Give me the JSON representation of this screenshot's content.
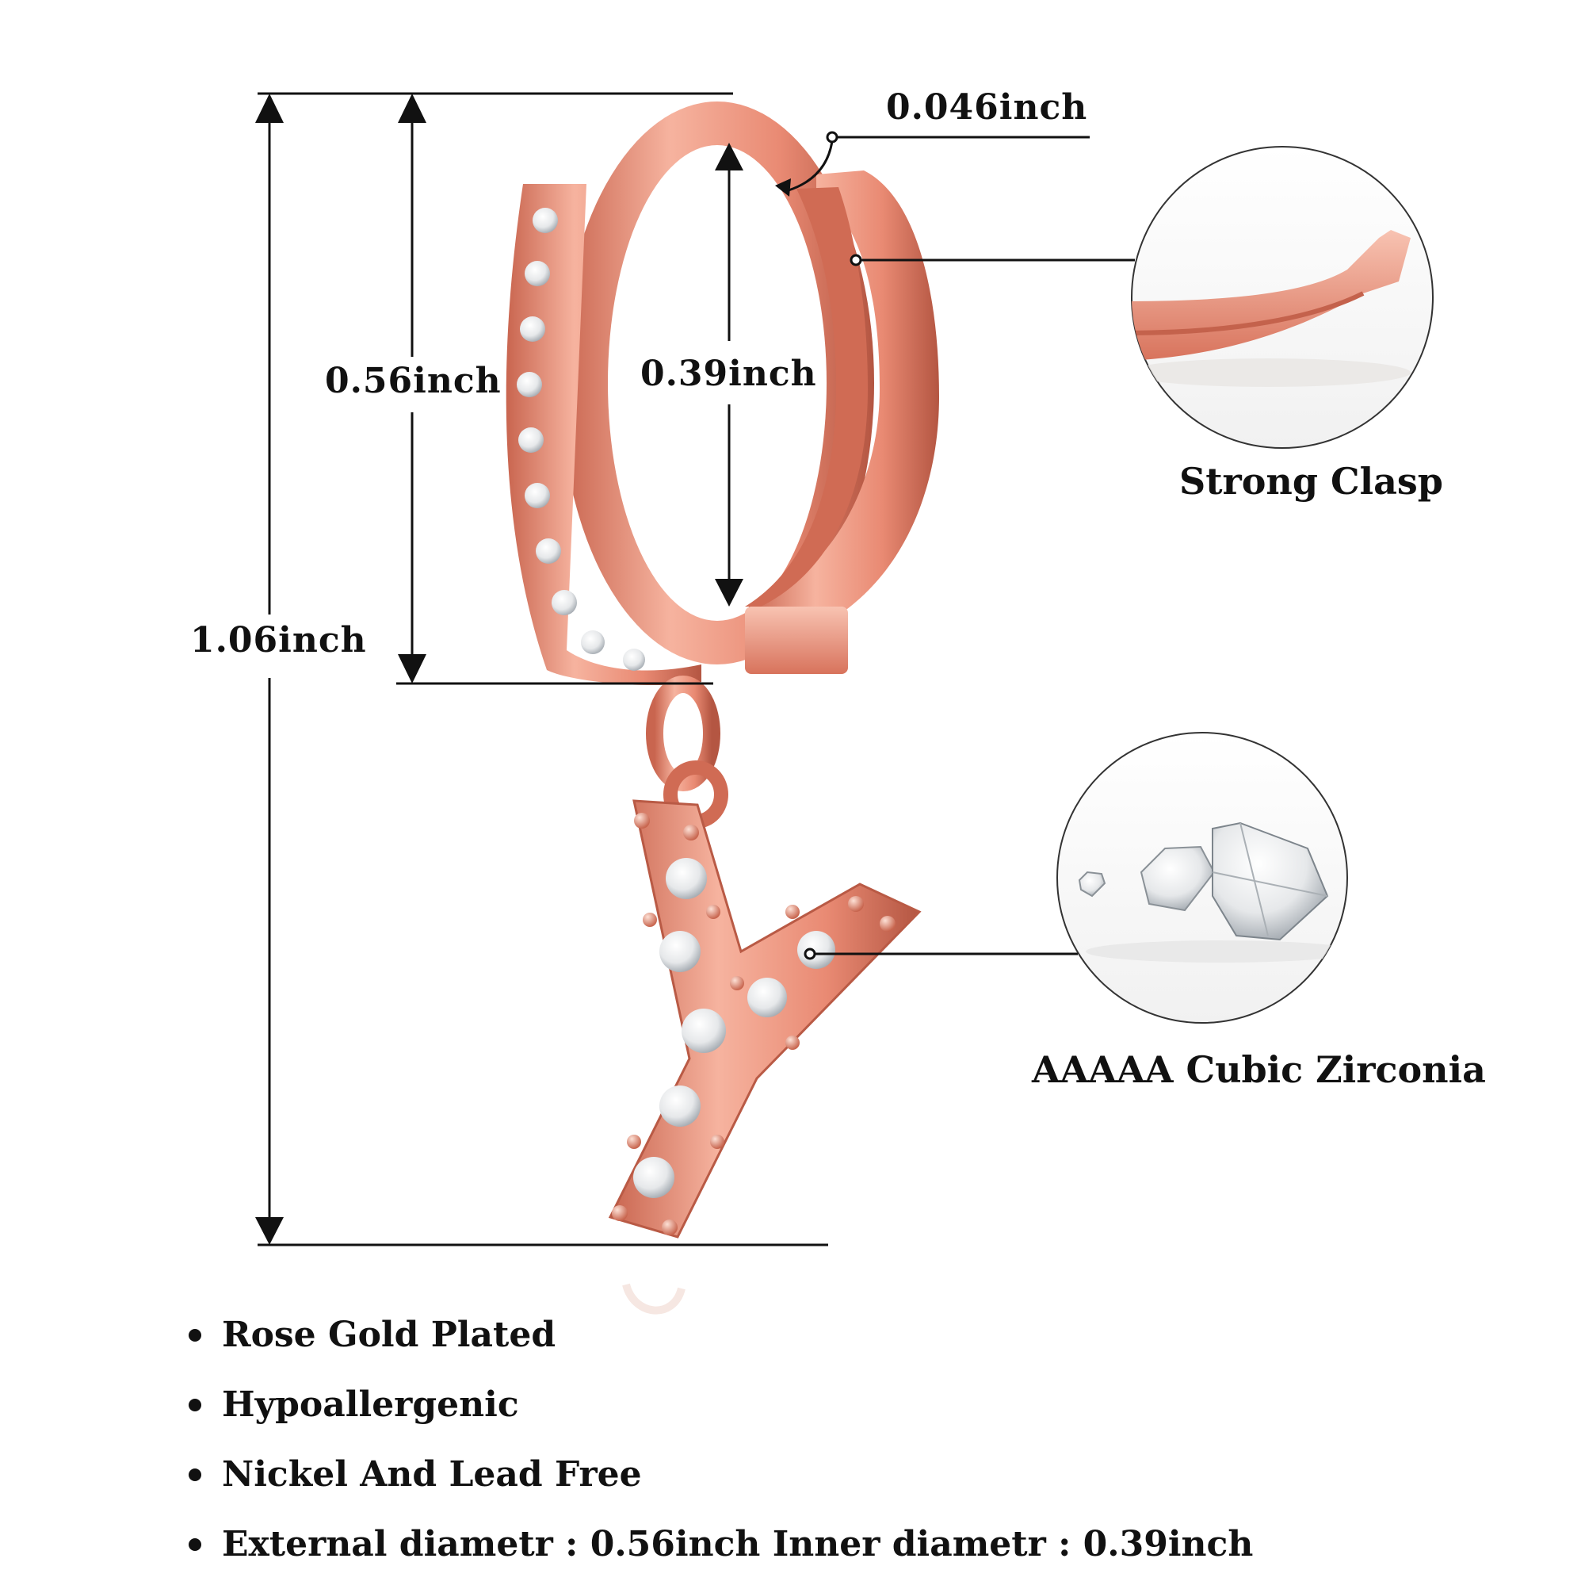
{
  "dimensions": {
    "height_total": "1.06inch",
    "outer_diameter": "0.56inch",
    "inner_diameter": "0.39inch",
    "wire_thickness": "0.046inch"
  },
  "callouts": {
    "clasp": "Strong Clasp",
    "stones": "AAAAA Cubic Zirconia"
  },
  "features": [
    "Rose Gold Plated",
    "Hypoallergenic",
    "Nickel And Lead Free",
    "External diametr : 0.56inch Inner diametr : 0.39inch"
  ],
  "colors": {
    "rose_gold_light": "#f7b9a6",
    "rose_gold": "#e88a72",
    "rose_gold_dark": "#b95a45",
    "line": "#111111"
  },
  "pendant_letter": "Y"
}
